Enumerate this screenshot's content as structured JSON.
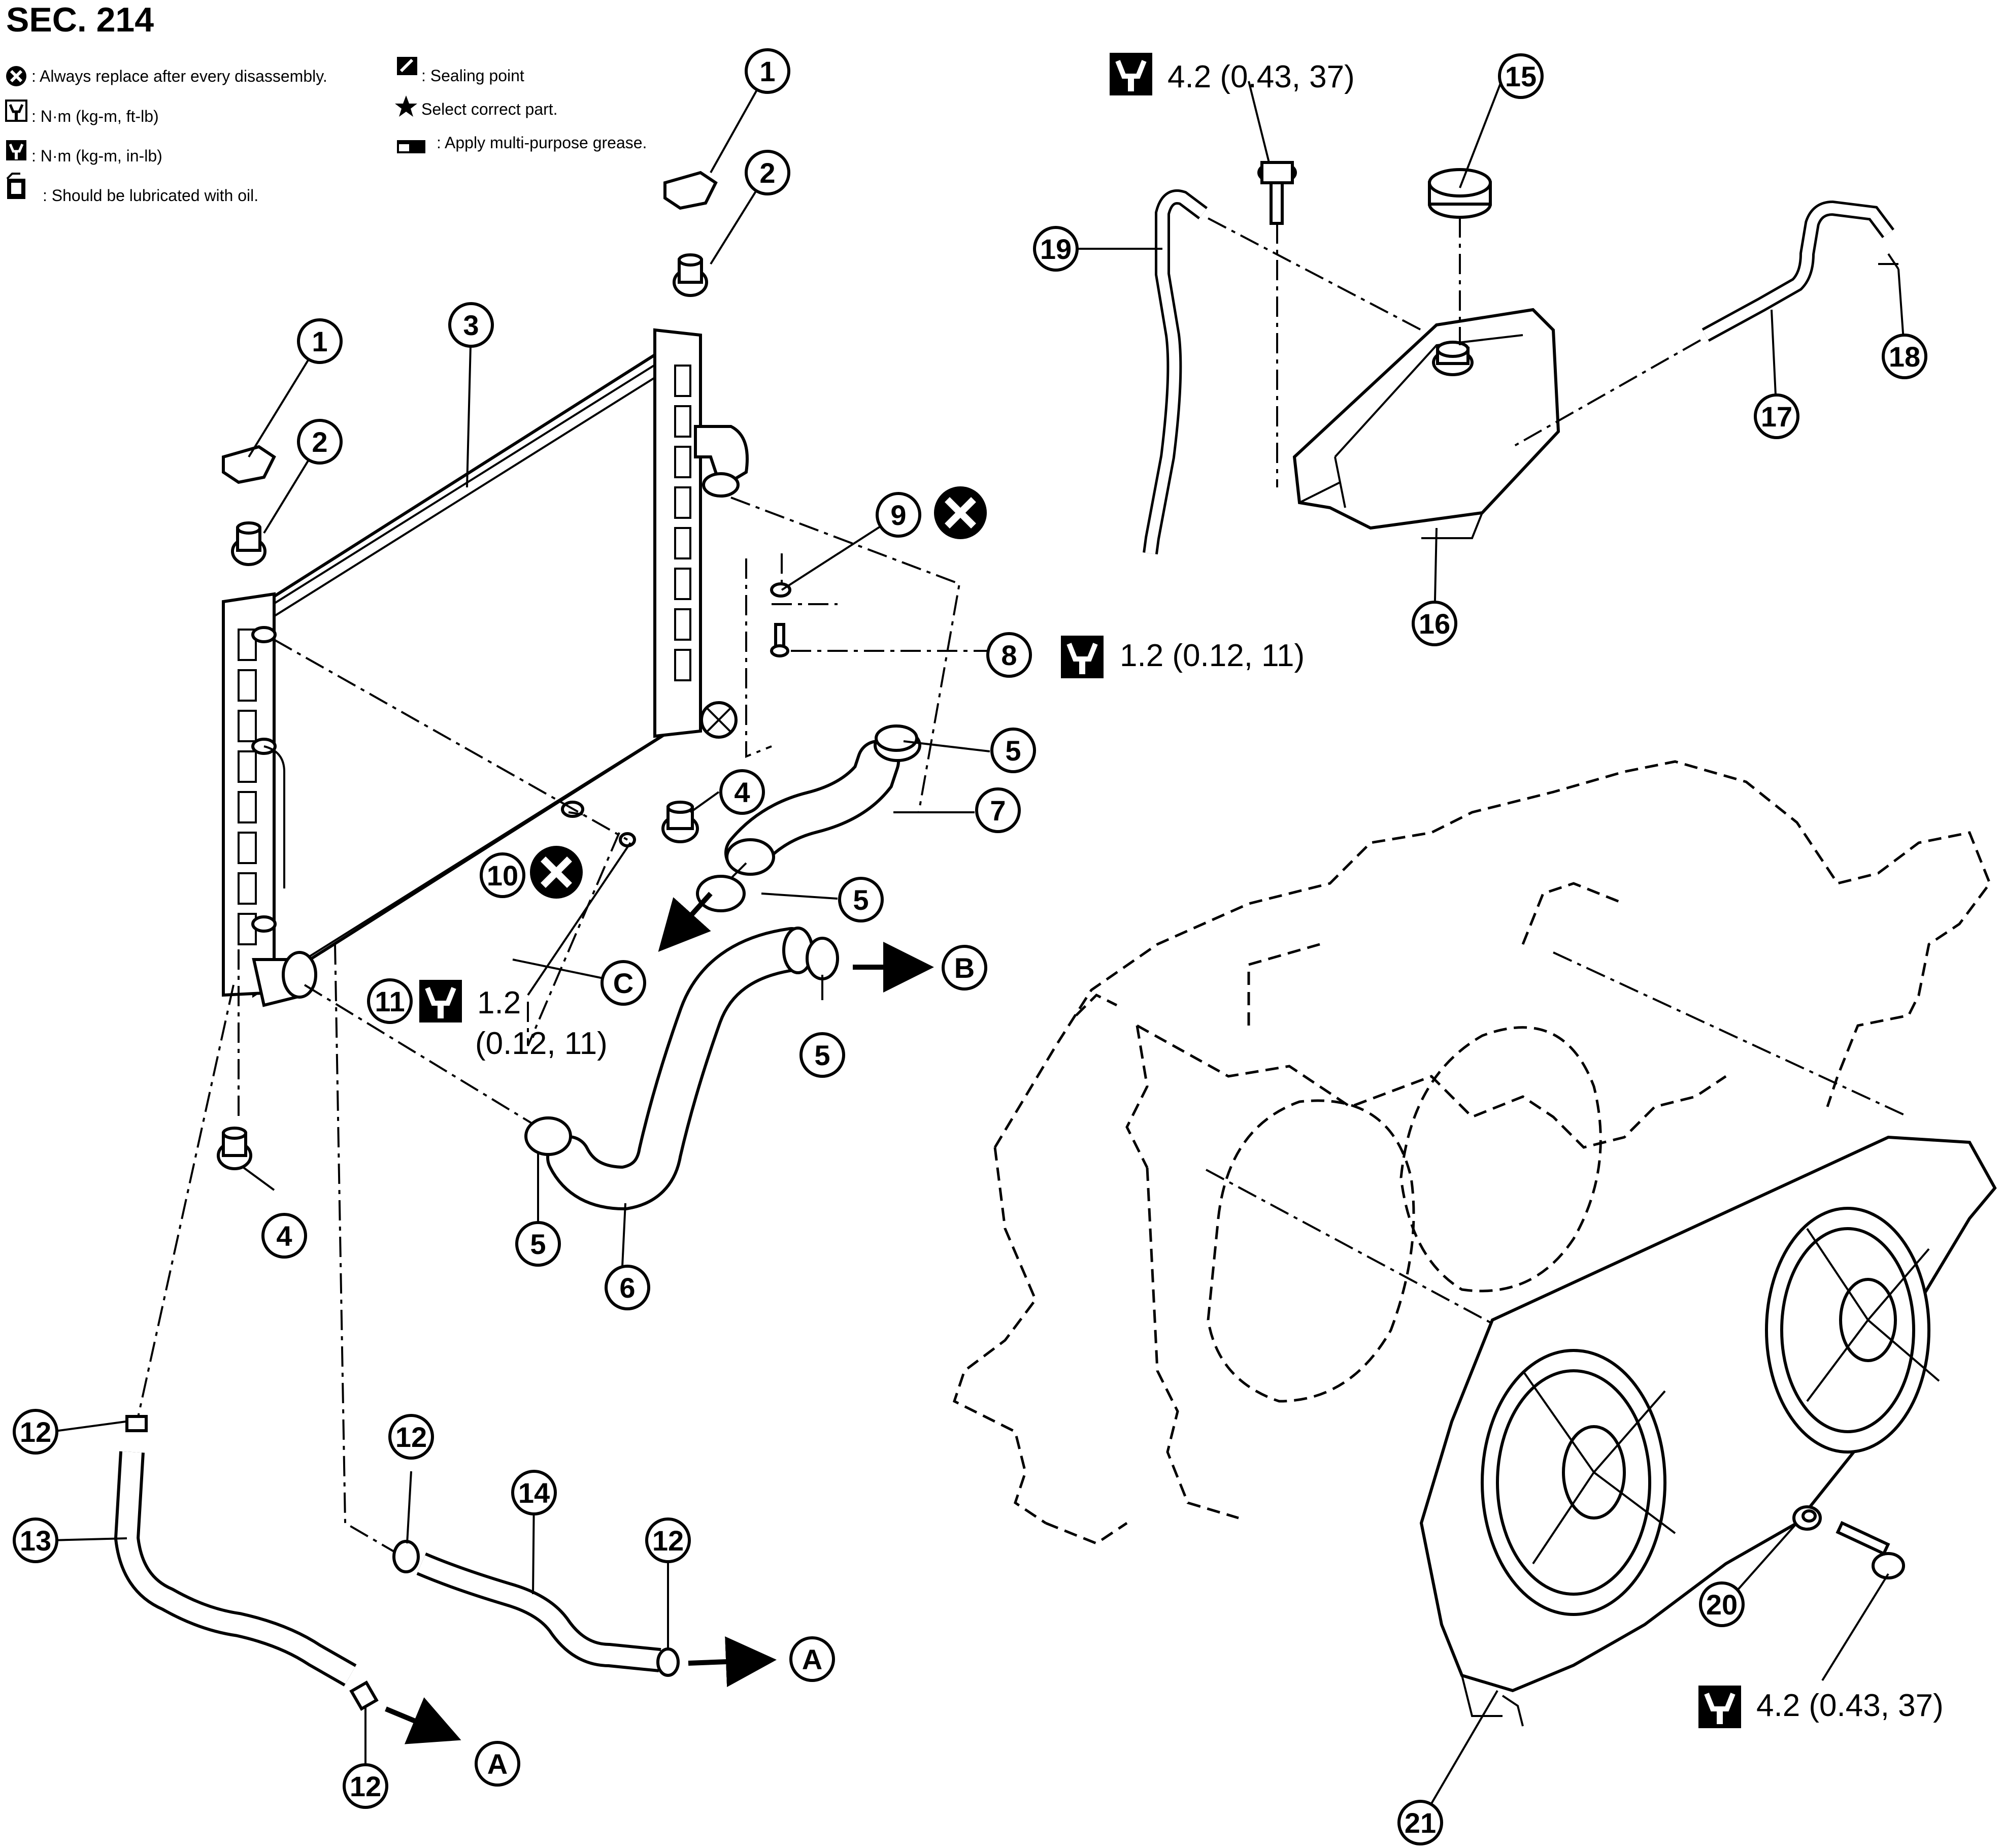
{
  "title": "SEC. 214",
  "legend": [
    {
      "icon": "x-circle-icon",
      "text": ": Always replace after every disassembly."
    },
    {
      "icon": "torque-wrench-icon",
      "text": ": N·m (kg-m, ft-lb)"
    },
    {
      "icon": "torque-wrench-solid-icon",
      "text": ": N·m (kg-m, in-lb)"
    },
    {
      "icon": "oil-can-icon",
      "text": ": Should be lubricated with oil."
    },
    {
      "icon": "sealing-point-icon",
      "text": ": Sealing point"
    },
    {
      "icon": "star-icon",
      "text": "Select correct part."
    },
    {
      "icon": "grease-icon",
      "text": ": Apply multi-purpose grease."
    }
  ],
  "torque_specs": {
    "reservoir_bolt": "4.2 (0.43, 37)",
    "drain_bolt": "1.2 (0.12, 11)",
    "plug_11_value": "1.2",
    "plug_11_units": "(0.12, 11)",
    "fan_bolt": "4.2 (0.43, 37)"
  },
  "callouts": [
    "1",
    "2",
    "3",
    "4",
    "5",
    "6",
    "7",
    "8",
    "9",
    "10",
    "11",
    "12",
    "13",
    "14",
    "15",
    "16",
    "17",
    "18",
    "19",
    "20",
    "21"
  ],
  "connectors": {
    "A": "A",
    "B": "B",
    "C": "C"
  },
  "colors": {
    "ink": "#000000",
    "paper": "#ffffff"
  }
}
